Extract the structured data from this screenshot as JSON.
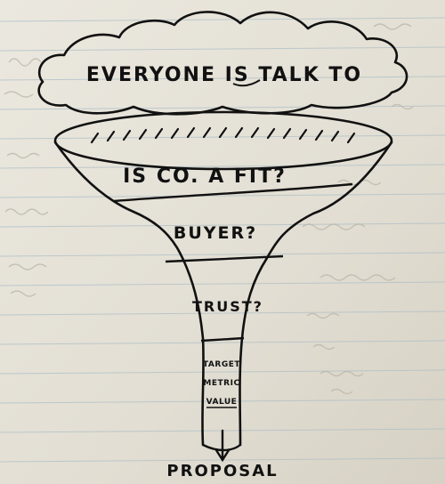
{
  "diagram": {
    "cloud_label": "EVERYONE IS TALK TO",
    "stages": [
      {
        "label": "IS CO. A FIT?"
      },
      {
        "label": "BUYER?"
      },
      {
        "label": "TRUST?"
      },
      {
        "label_lines": [
          "TARGET",
          "METRIC",
          "VALUE"
        ]
      }
    ],
    "output_label": "PROPOSAL"
  },
  "colors": {
    "ink": "#111111",
    "paper": "#e4e0d6",
    "ruled_line": "#aebfc6",
    "faint_writing": "#b9b4a8"
  }
}
